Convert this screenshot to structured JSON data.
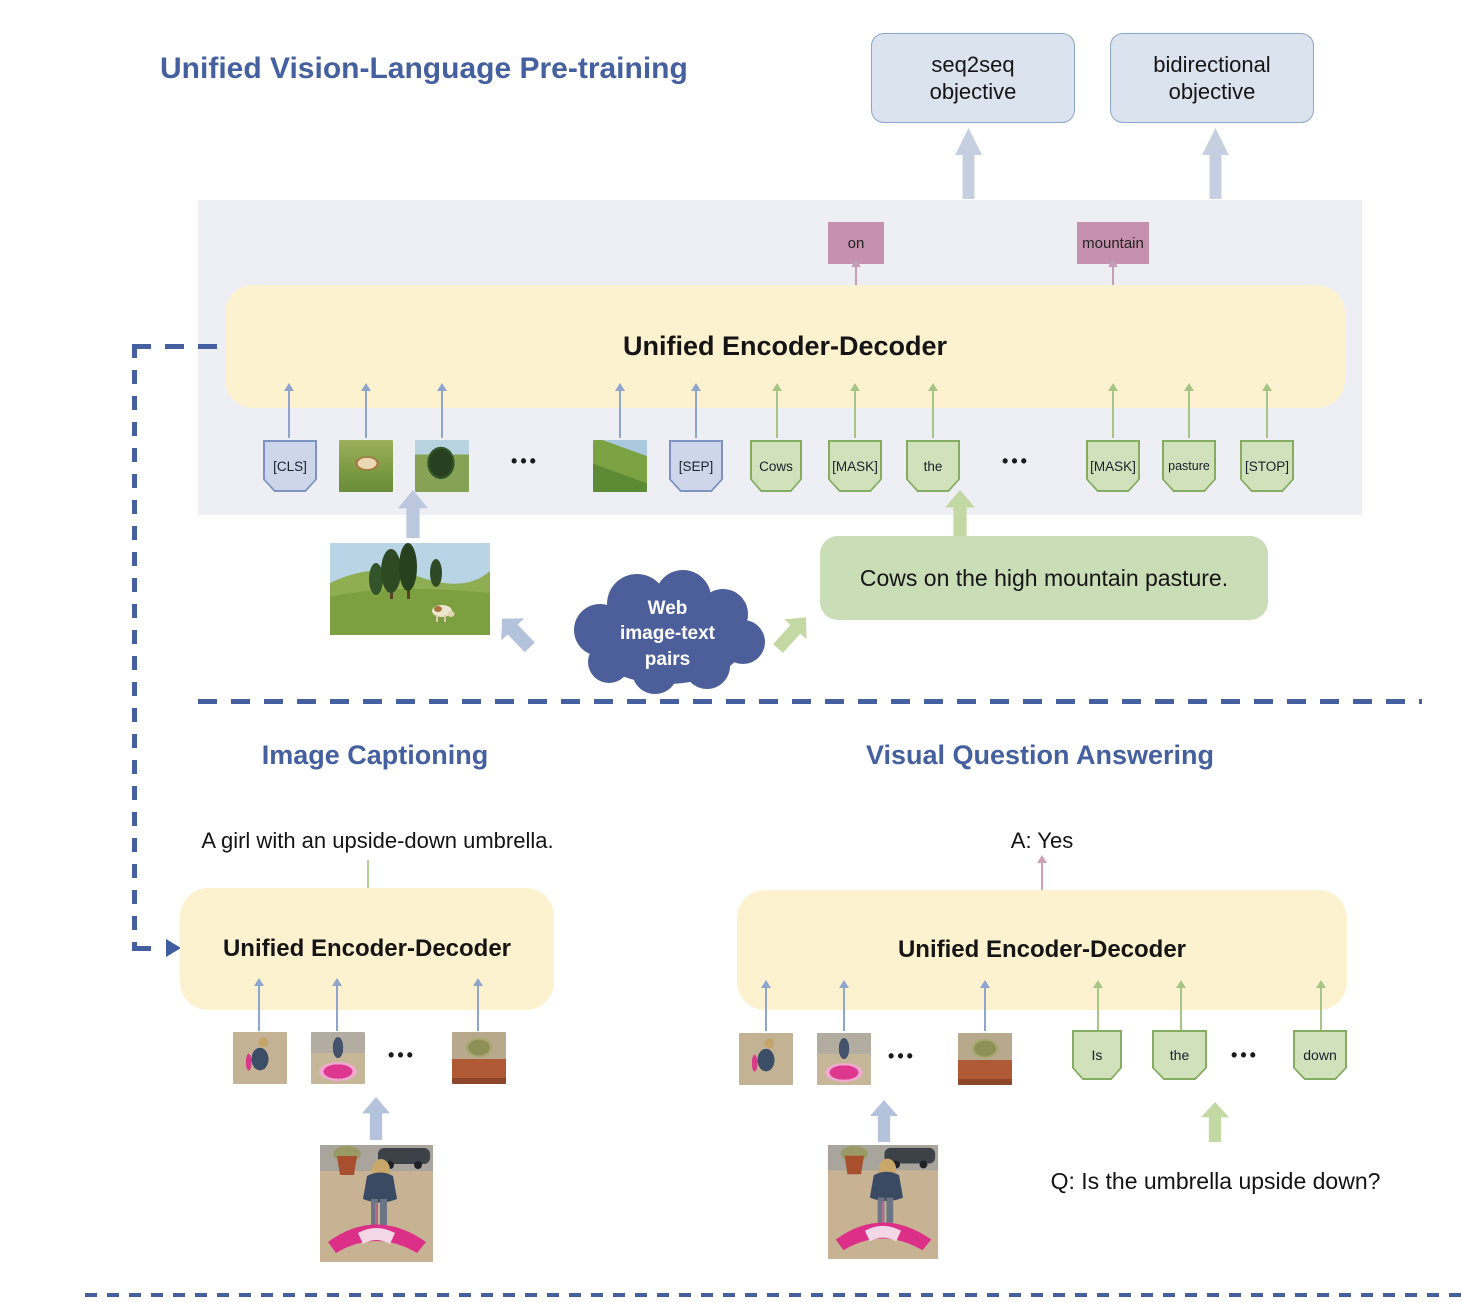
{
  "palette": {
    "accent_blue": "#44609e",
    "panel_gray": "#edeff5",
    "encoder_yellow": "#fdf2d0",
    "token_blue_fill": "#cdd6ea",
    "token_green_fill": "#d1e1bb",
    "predicted_pink": "#c691ae",
    "cloud_blue": "#4c5f9a",
    "caption_green": "#c9ddb6"
  },
  "pretraining": {
    "title": "Unified Vision-Language Pre-training",
    "objectives": [
      {
        "line1": "seq2seq",
        "line2": "objective"
      },
      {
        "line1": "bidirectional",
        "line2": "objective"
      }
    ],
    "predicted": [
      {
        "label": "on"
      },
      {
        "label": "mountain"
      }
    ],
    "encoder_label": "Unified Encoder-Decoder",
    "tokens": [
      {
        "kind": "special",
        "label": "[CLS]"
      },
      {
        "kind": "image",
        "name": "cow-patch"
      },
      {
        "kind": "image",
        "name": "tree-patch"
      },
      {
        "kind": "ellipsis",
        "label": "•••"
      },
      {
        "kind": "image",
        "name": "hill-patch"
      },
      {
        "kind": "special",
        "label": "[SEP]"
      },
      {
        "kind": "word",
        "label": "Cows"
      },
      {
        "kind": "word",
        "label": "[MASK]"
      },
      {
        "kind": "word",
        "label": "the"
      },
      {
        "kind": "ellipsis",
        "label": "•••"
      },
      {
        "kind": "word",
        "label": "[MASK]"
      },
      {
        "kind": "word",
        "label": "pasture"
      },
      {
        "kind": "word",
        "label": "[STOP]"
      }
    ],
    "cloud": {
      "line1": "Web",
      "line2": "image-text",
      "line3": "pairs"
    },
    "caption": "Cows on the high mountain pasture."
  },
  "image_captioning": {
    "title": "Image Captioning",
    "generated_caption": "A girl with an upside-down umbrella.",
    "encoder_label": "Unified Encoder-Decoder",
    "patches_ellipsis": "•••"
  },
  "vqa": {
    "title": "Visual Question Answering",
    "answer": "A: Yes",
    "encoder_label": "Unified Encoder-Decoder",
    "patches_ellipsis": "•••",
    "question_tokens": [
      {
        "label": "Is"
      },
      {
        "label": "the"
      },
      {
        "label": "•••"
      },
      {
        "label": "down"
      }
    ],
    "question": "Q: Is the umbrella upside down?"
  }
}
